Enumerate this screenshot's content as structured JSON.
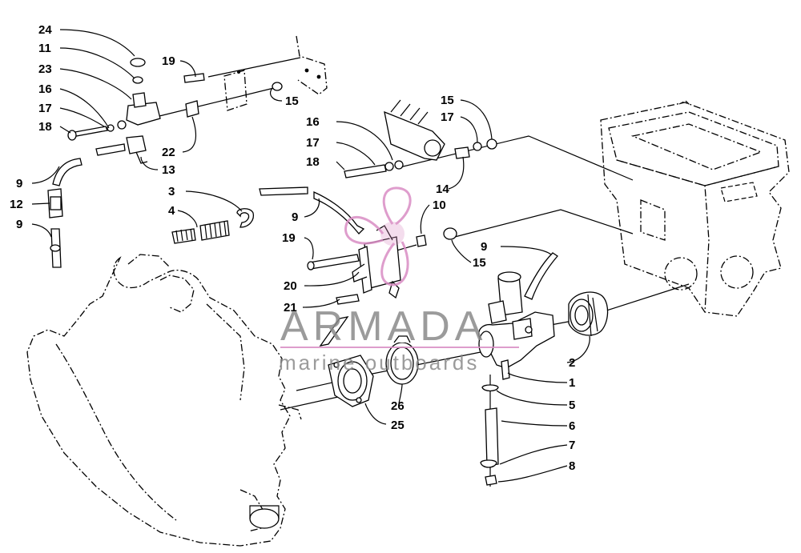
{
  "callouts": [
    {
      "id": "c24a",
      "num": "24"
    },
    {
      "id": "c11",
      "num": "11"
    },
    {
      "id": "c23",
      "num": "23"
    },
    {
      "id": "c16a",
      "num": "16"
    },
    {
      "id": "c17a",
      "num": "17"
    },
    {
      "id": "c18a",
      "num": "18"
    },
    {
      "id": "c19a",
      "num": "19"
    },
    {
      "id": "c15a",
      "num": "15"
    },
    {
      "id": "c22",
      "num": "22"
    },
    {
      "id": "c13",
      "num": "13"
    },
    {
      "id": "c9a",
      "num": "9"
    },
    {
      "id": "c12",
      "num": "12"
    },
    {
      "id": "c9b",
      "num": "9"
    },
    {
      "id": "c3",
      "num": "3"
    },
    {
      "id": "c4",
      "num": "4"
    },
    {
      "id": "c16b",
      "num": "16"
    },
    {
      "id": "c17b",
      "num": "17"
    },
    {
      "id": "c18b",
      "num": "18"
    },
    {
      "id": "c15b",
      "num": "15"
    },
    {
      "id": "c17c",
      "num": "17"
    },
    {
      "id": "c14",
      "num": "14"
    },
    {
      "id": "c10",
      "num": "10"
    },
    {
      "id": "c9c",
      "num": "9"
    },
    {
      "id": "c19b",
      "num": "19"
    },
    {
      "id": "c15c",
      "num": "15"
    },
    {
      "id": "c9d",
      "num": "9"
    },
    {
      "id": "c20",
      "num": "20"
    },
    {
      "id": "c21",
      "num": "21"
    },
    {
      "id": "c2",
      "num": "2"
    },
    {
      "id": "c1",
      "num": "1"
    },
    {
      "id": "c5",
      "num": "5"
    },
    {
      "id": "c6",
      "num": "6"
    },
    {
      "id": "c7",
      "num": "7"
    },
    {
      "id": "c8",
      "num": "8"
    },
    {
      "id": "c26",
      "num": "26"
    },
    {
      "id": "c25",
      "num": "25"
    }
  ],
  "watermark": {
    "brand": "ARMADA",
    "tagline": "marine outboards",
    "logo_color": "#d98cc4",
    "text_color": "#8a8a8a"
  }
}
